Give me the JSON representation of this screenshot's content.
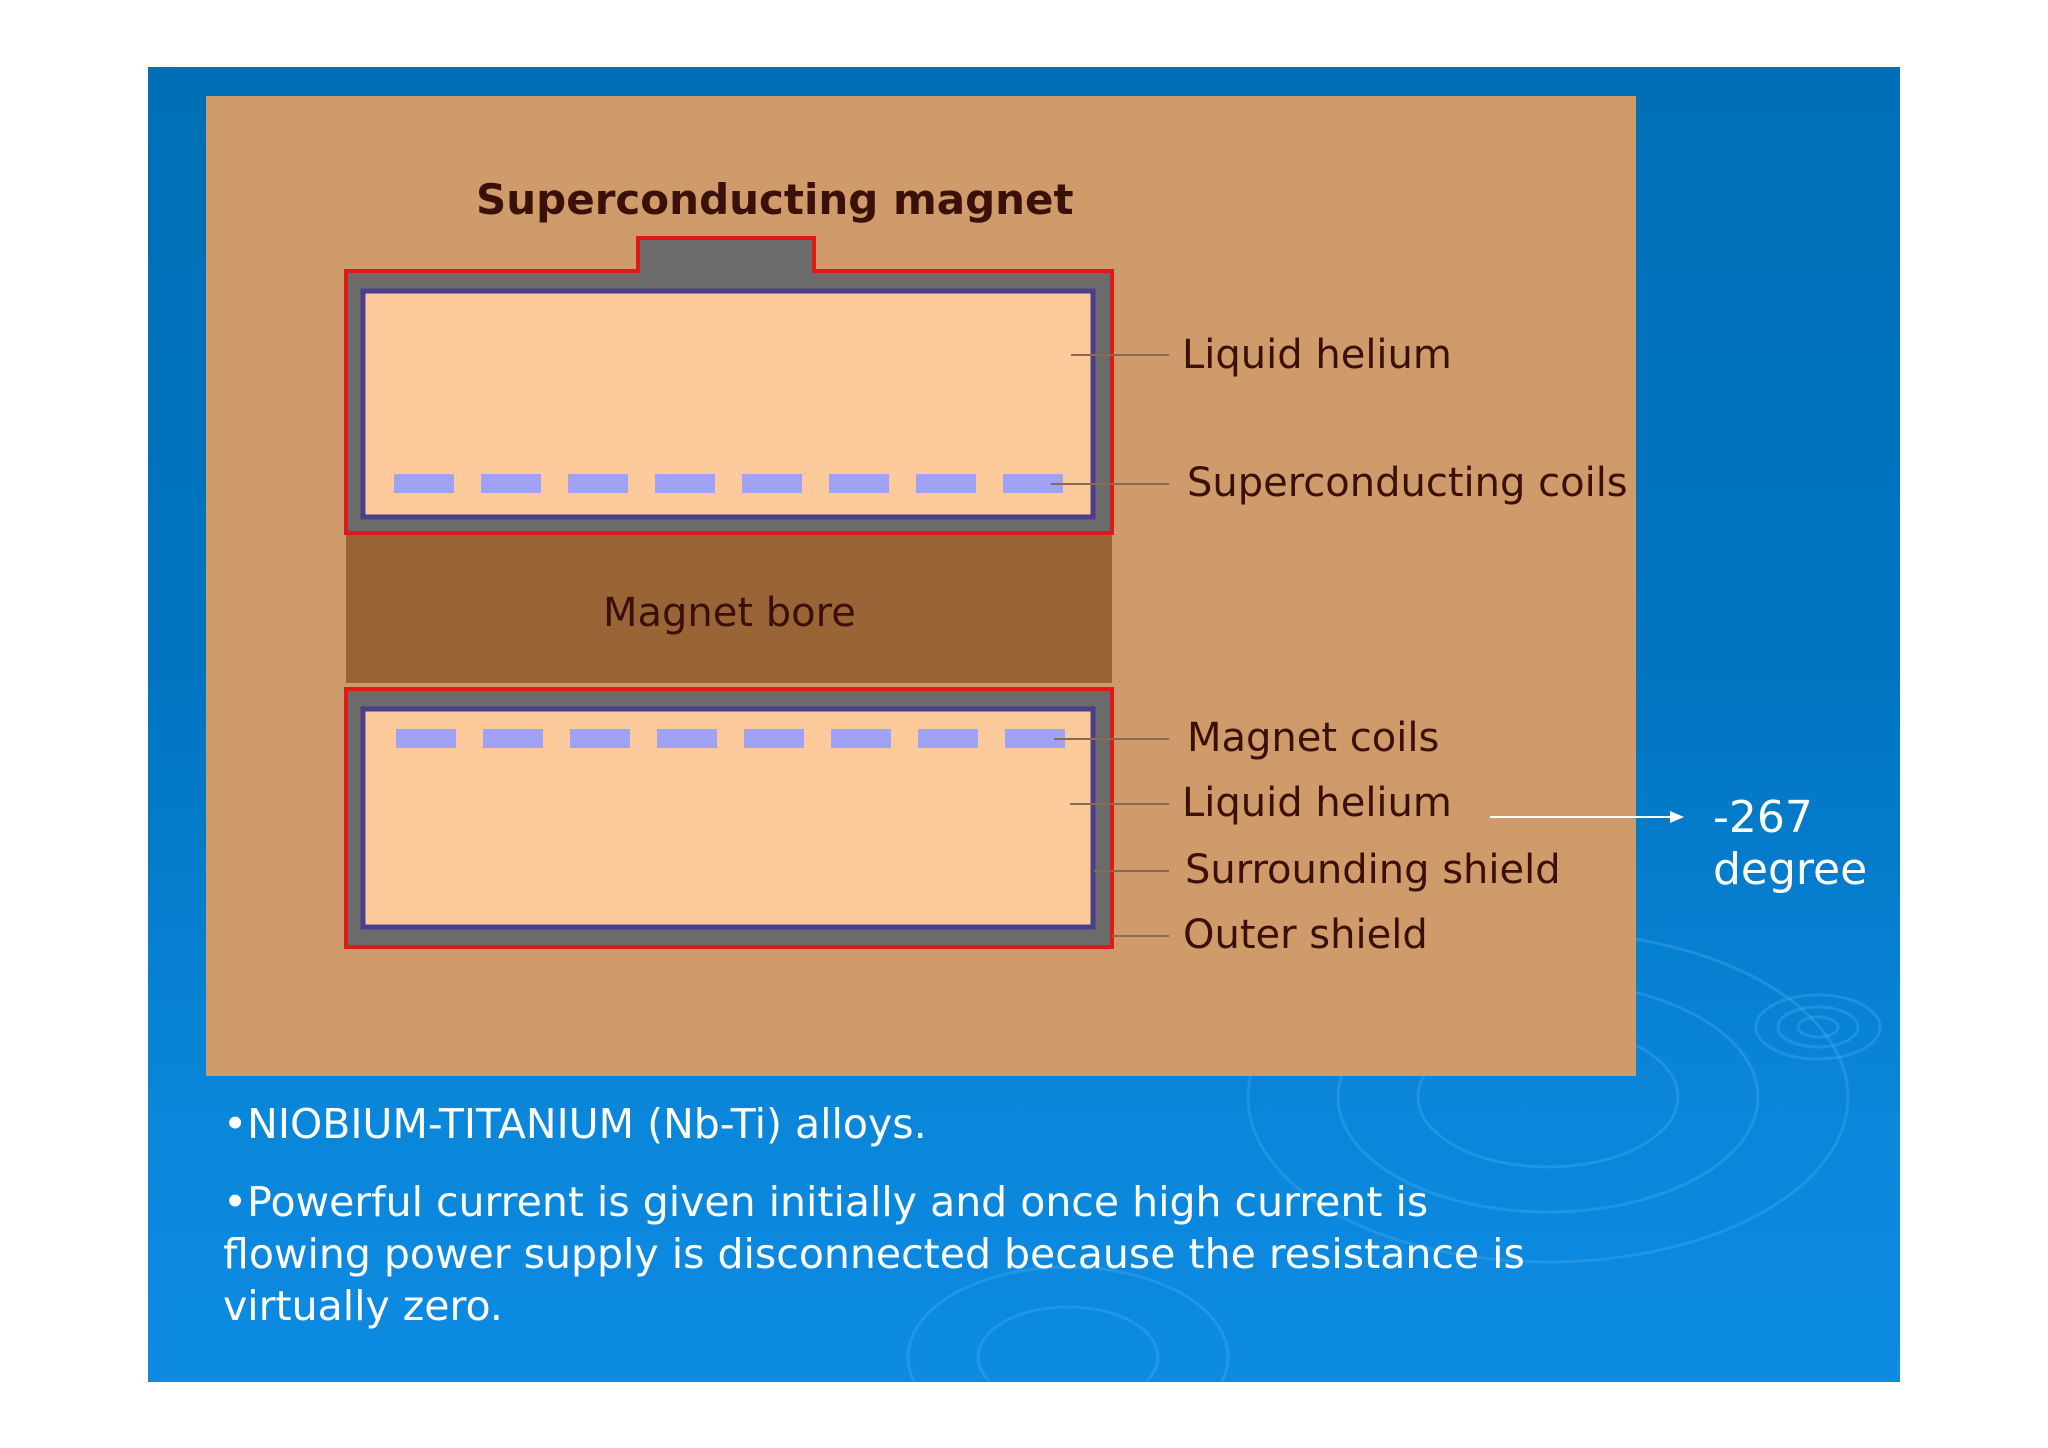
{
  "diagram": {
    "title": "Superconducting magnet",
    "bore_label": "Magnet bore",
    "callouts": {
      "liquid_helium_top": "Liquid helium",
      "superconducting_coils": "Superconducting coils",
      "magnet_coils": "Magnet coils",
      "liquid_helium_bottom": "Liquid helium",
      "surrounding_shield": "Surrounding shield",
      "outer_shield": "Outer shield"
    }
  },
  "temperature_note": {
    "line1": "-267",
    "line2": "degree"
  },
  "bullets": [
    "•NIOBIUM-TITANIUM (Nb-Ti) alloys.",
    "•Powerful current is given initially and once high current is flowing power supply is disconnected because the resistance is virtually zero."
  ],
  "colors": {
    "slide_background": "#0074c0",
    "figure_background": "#cf9b6a",
    "helium_fill": "#fdca9c",
    "bore_fill": "#9a6536",
    "outer_shield": "#e01818",
    "surrounding_shield": "#6b6b6b",
    "inner_border": "#4a3f8a",
    "coil_color": "#9fa2f5",
    "label_text": "#3a1008"
  }
}
